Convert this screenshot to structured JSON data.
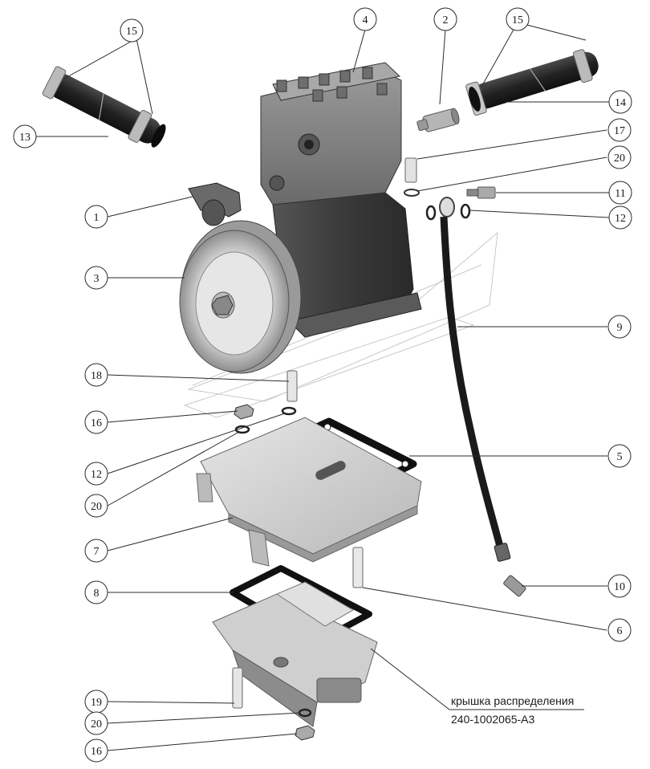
{
  "callouts": [
    {
      "id": "c1",
      "text": "1"
    },
    {
      "id": "c2",
      "text": "2"
    },
    {
      "id": "c3",
      "text": "3"
    },
    {
      "id": "c4",
      "text": "4"
    },
    {
      "id": "c5",
      "text": "5"
    },
    {
      "id": "c6",
      "text": "6"
    },
    {
      "id": "c7",
      "text": "7"
    },
    {
      "id": "c8",
      "text": "8"
    },
    {
      "id": "c9",
      "text": "9"
    },
    {
      "id": "c10",
      "text": "10"
    },
    {
      "id": "c11",
      "text": "11"
    },
    {
      "id": "c12a",
      "text": "12"
    },
    {
      "id": "c12b",
      "text": "12"
    },
    {
      "id": "c13",
      "text": "13"
    },
    {
      "id": "c14",
      "text": "14"
    },
    {
      "id": "c15a",
      "text": "15"
    },
    {
      "id": "c15b",
      "text": "15"
    },
    {
      "id": "c16a",
      "text": "16"
    },
    {
      "id": "c16b",
      "text": "16"
    },
    {
      "id": "c17",
      "text": "17"
    },
    {
      "id": "c18",
      "text": "18"
    },
    {
      "id": "c19",
      "text": "19"
    },
    {
      "id": "c20a",
      "text": "20"
    },
    {
      "id": "c20b",
      "text": "20"
    },
    {
      "id": "c20c",
      "text": "20"
    }
  ],
  "caption": {
    "line1": "крышка распределения",
    "line2": "240-1002065-А3"
  }
}
